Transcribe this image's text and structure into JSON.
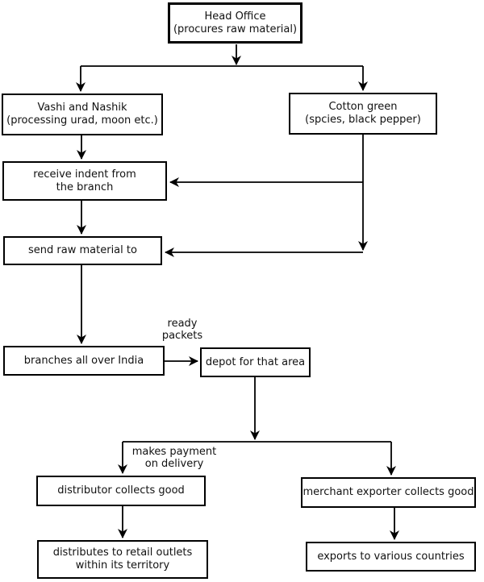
{
  "diagram": {
    "background": "#ffffff",
    "line_color": "#000000",
    "text_color": "#111111",
    "nodes": {
      "head_office": "Head Office\n(procures raw material)",
      "vashi_nashik": "Vashi and Nashik\n(processing urad, moon etc.)",
      "cotton_green": "Cotton green\n(spcies, black pepper)",
      "receive_indent": "receive indent from\nthe branch",
      "send_raw_material": "send raw material to",
      "branches_india": "branches all over India",
      "depot_area": "depot for that area",
      "distributor": "distributor collects good",
      "merchant_exporter": "merchant exporter collects good",
      "retail_outlets": "distributes to retail outlets\nwithin its territory",
      "exports_countries": "exports to various countries"
    },
    "edge_labels": {
      "ready_packets": "ready\npackets",
      "makes_payment": "makes payment\non delivery"
    }
  }
}
